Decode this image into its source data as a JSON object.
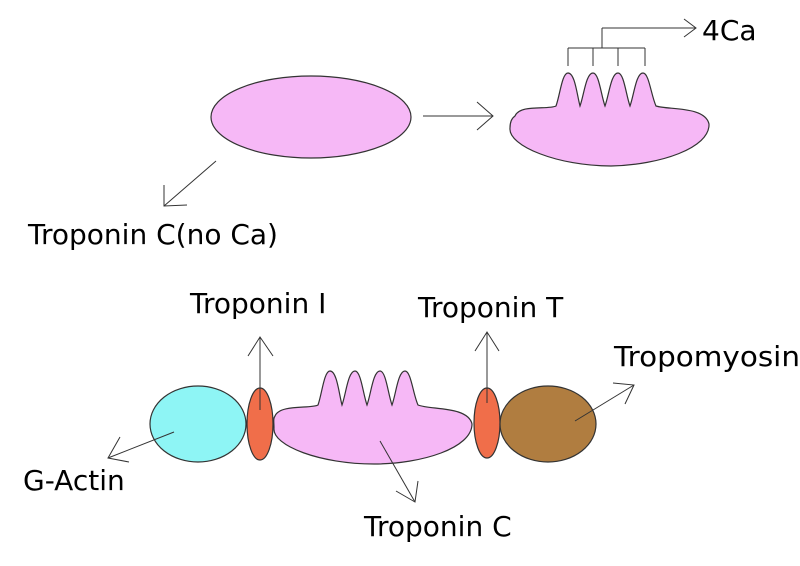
{
  "labels": {
    "four_ca": "4Ca",
    "troponin_c_no_ca": "Troponin C(no Ca)",
    "troponin_i": "Troponin I",
    "troponin_t": "Troponin T",
    "tropomyosin": "Tropomyosin",
    "g_actin": "G-Actin",
    "troponin_c": "Troponin C"
  },
  "colors": {
    "troponin_c_fill": "#f6b8f6",
    "outline": "#333333",
    "g_actin_fill": "#8ef5f5",
    "troponin_i_t_fill": "#f06e4a",
    "tropomyosin_fill": "#b07d40"
  }
}
